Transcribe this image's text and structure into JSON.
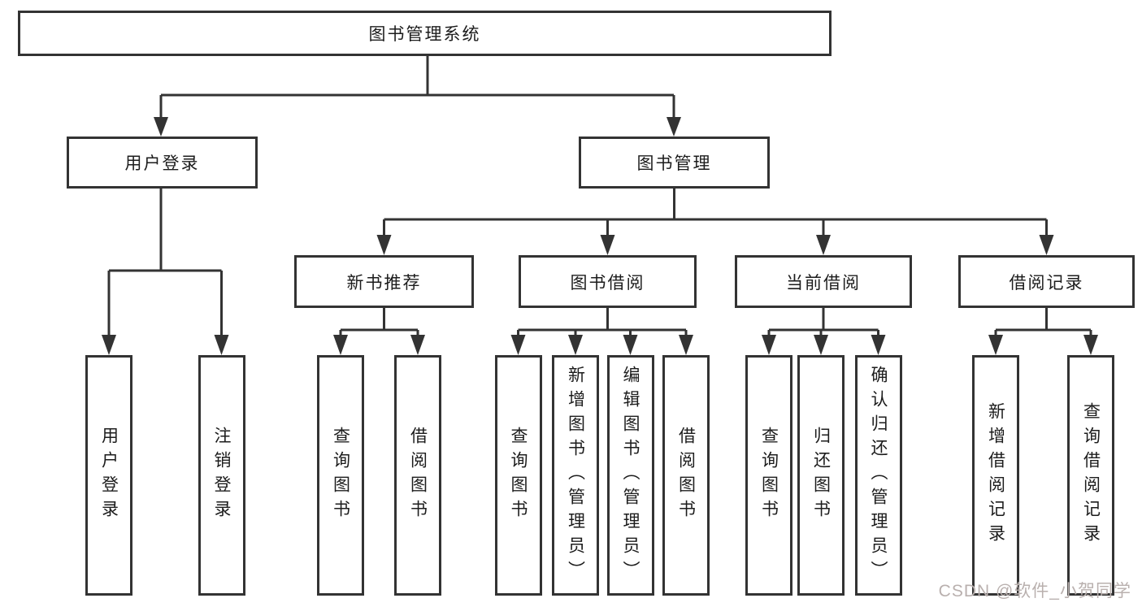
{
  "diagram": {
    "title": "图书管理系统",
    "branches": [
      {
        "label": "用户登录",
        "leaves": [
          "用户登录",
          "注销登录"
        ]
      },
      {
        "label": "图书管理",
        "groups": [
          {
            "label": "新书推荐",
            "leaves": [
              "查询图书",
              "借阅图书"
            ]
          },
          {
            "label": "图书借阅",
            "leaves": [
              "查询图书",
              "新增图书（管理员）",
              "编辑图书（管理员）",
              "借阅图书"
            ]
          },
          {
            "label": "当前借阅",
            "leaves": [
              "查询图书",
              "归还图书",
              "确认归还（管理员）"
            ]
          },
          {
            "label": "借阅记录",
            "leaves": [
              "新增借阅记录",
              "查询借阅记录"
            ]
          }
        ]
      }
    ]
  },
  "watermark": {
    "text": "CSDN @软件_小贺同学"
  },
  "colors": {
    "line": "#333333",
    "box_border": "#333333",
    "text": "#1c1c1c",
    "watermark": "#b9b0ae",
    "background": "#ffffff"
  }
}
